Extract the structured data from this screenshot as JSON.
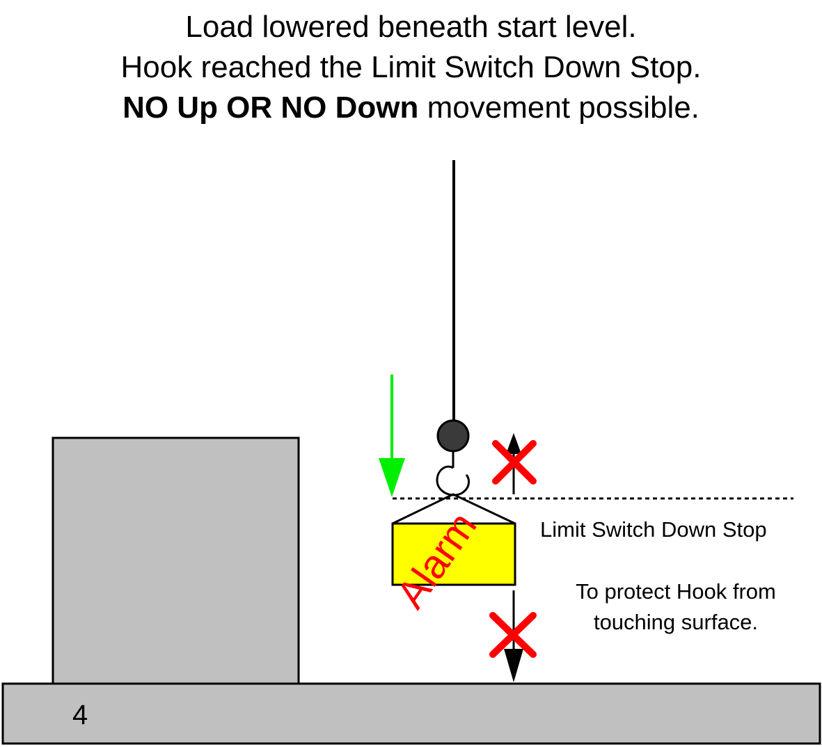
{
  "header": {
    "line1": "Load lowered beneath start level.",
    "line2": "Hook reached the Limit Switch Down Stop.",
    "line3_bold": "NO Up OR NO Down",
    "line3_rest": " movement possible."
  },
  "labels": {
    "limit_switch": "Limit Switch Down Stop",
    "protect_line1": "To protect Hook from",
    "protect_line2": "touching surface.",
    "alarm": "Alarm",
    "floor_number": "4"
  },
  "colors": {
    "box_gray": "#c0c0c0",
    "load_yellow": "#ffff00",
    "arrow_green": "#00ee00",
    "cross_red": "#ff0000",
    "alarm_red": "#ff0000",
    "hook_ball": "#3a3a3a"
  }
}
